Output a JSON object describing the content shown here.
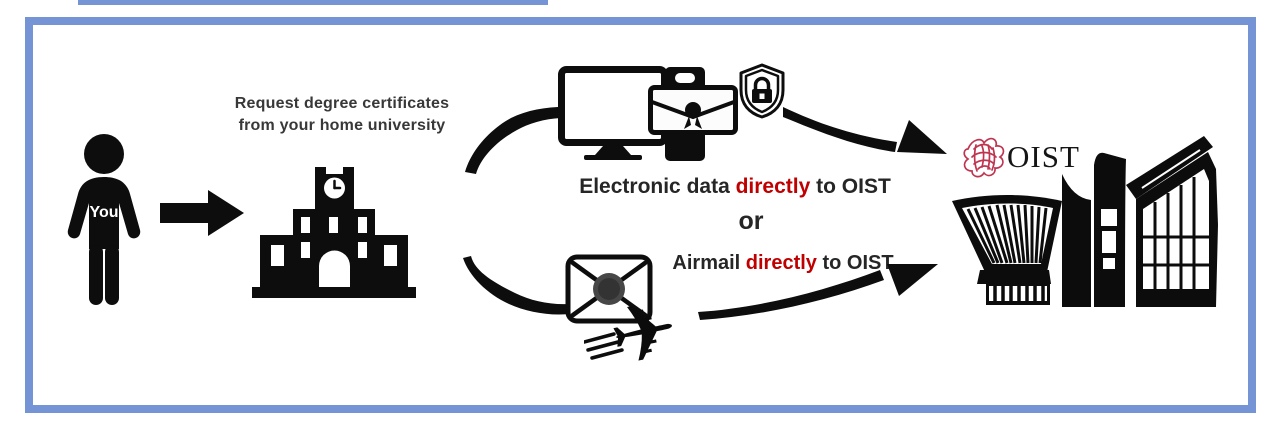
{
  "colors": {
    "frame_blue": "#7494d6",
    "highlight_red": "#c00000",
    "logo_red": "#bf3550",
    "ink": "#0d0d0d",
    "text_dark": "#383838"
  },
  "person": {
    "label": "You"
  },
  "request_note": {
    "line1": "Request degree certificates",
    "line2": "from your home university"
  },
  "electronic_caption": {
    "pre": "Electronic data ",
    "highlight": "directly",
    "post": " to OIST"
  },
  "or_label": "or",
  "airmail_caption": {
    "pre": "Airmail ",
    "highlight": "directly",
    "post": " to OIST"
  },
  "oist": {
    "wordmark": "OIST"
  },
  "icons": {
    "airplane_glyph": "✈"
  }
}
